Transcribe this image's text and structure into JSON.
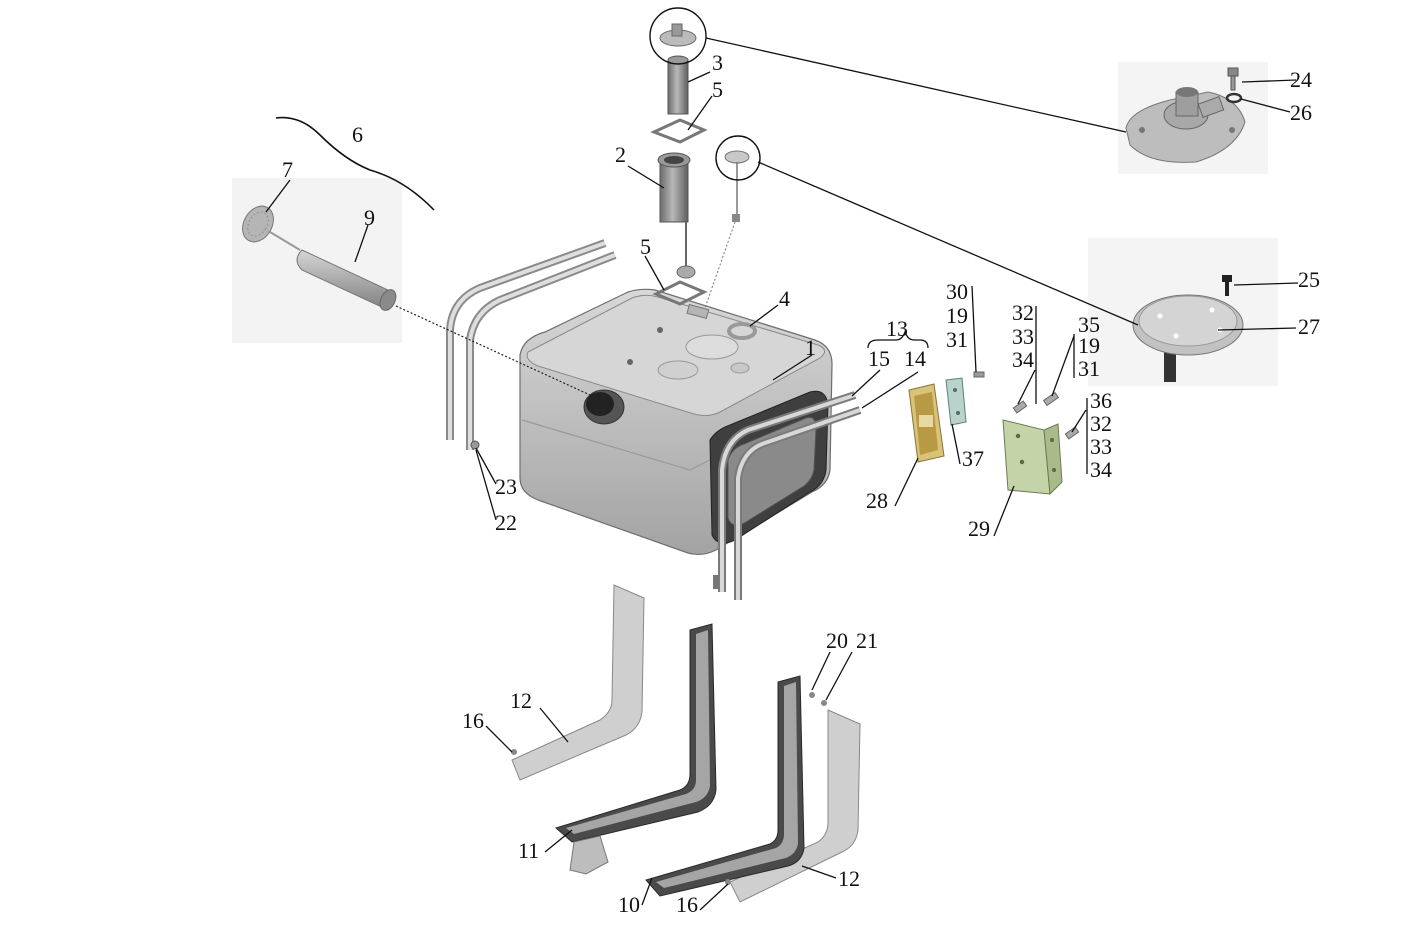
{
  "diagram": {
    "labels": {
      "l1": "1",
      "l2": "2",
      "l3": "3",
      "l4": "4",
      "l5a": "5",
      "l5b": "5",
      "l6": "6",
      "l7": "7",
      "l9": "9",
      "l10": "10",
      "l11": "11",
      "l12a": "12",
      "l12b": "12",
      "l13": "13",
      "l14": "14",
      "l15": "15",
      "l16a": "16",
      "l16b": "16",
      "l19a": "19",
      "l19b": "19",
      "l20": "20",
      "l21": "21",
      "l22": "22",
      "l23": "23",
      "l24": "24",
      "l25": "25",
      "l26": "26",
      "l27": "27",
      "l28": "28",
      "l29": "29",
      "l30": "30",
      "l31a": "31",
      "l31b": "31",
      "l32a": "32",
      "l32b": "32",
      "l33a": "33",
      "l33b": "33",
      "l34a": "34",
      "l34b": "34",
      "l35": "35",
      "l36": "36",
      "l37": "37"
    },
    "colors": {
      "metal": "#c9c9c9",
      "bracket_28": "#d9c27a",
      "bracket_29": "#c4d3a8",
      "plate_37": "#b9d3cc"
    }
  }
}
